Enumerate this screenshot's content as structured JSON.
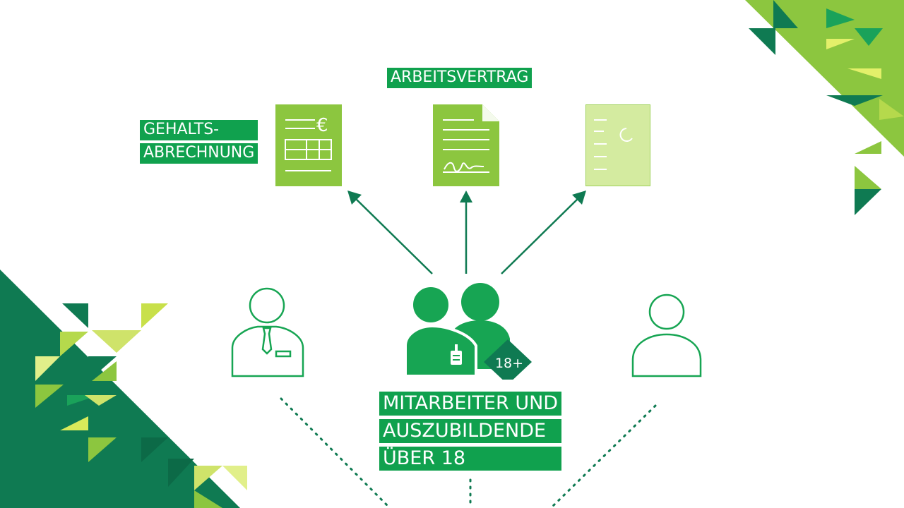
{
  "labels": {
    "contract": "ARBEITSVERTRAG",
    "payroll_line1": "GEHALTS-",
    "payroll_line2": "ABRECHNUNG",
    "group_line1": "MITARBEITER UND",
    "group_line2": "AUSZUBILDENDE",
    "group_line3": "ÜBER 18"
  },
  "badge": {
    "age": "18+"
  },
  "icons": {
    "payroll_document": "payroll-document-icon",
    "contract_document": "contract-document-icon",
    "faded_document": "faded-document-icon",
    "employee": "employee-tie-icon",
    "group": "employees-group-icon",
    "person": "person-outline-icon"
  },
  "colors": {
    "dark_green": "#0f7a52",
    "mid_green": "#10a14e",
    "lime": "#8cc63f",
    "light_lime": "#d4eba0",
    "outline_green": "#17a553"
  }
}
